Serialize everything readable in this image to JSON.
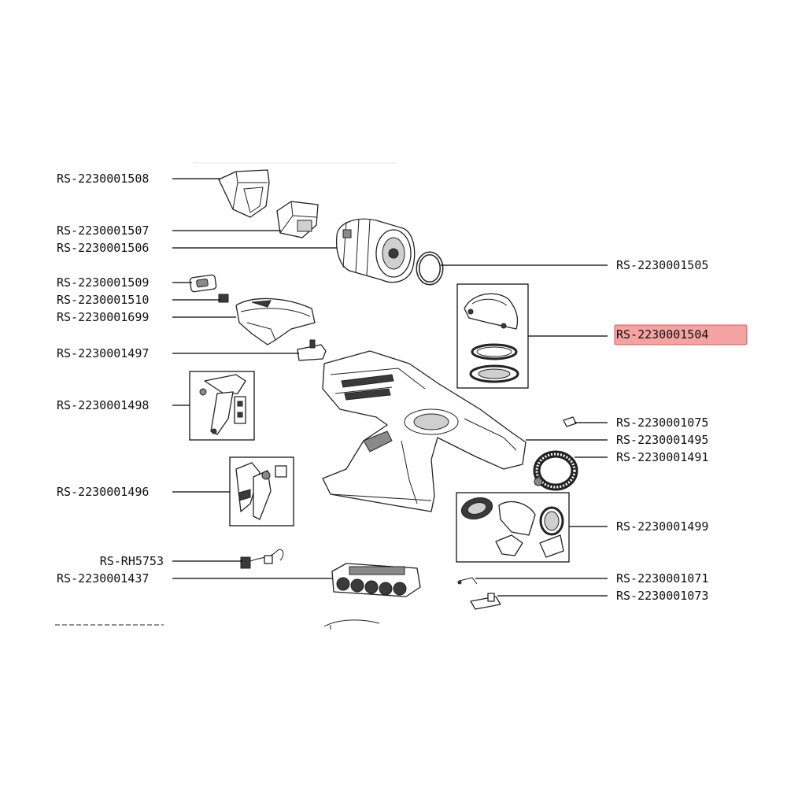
{
  "labels": {
    "p1508": "RS-2230001508",
    "p1507": "RS-2230001507",
    "p1506": "RS-2230001506",
    "p1509": "RS-2230001509",
    "p1510": "RS-2230001510",
    "p1699": "RS-2230001699",
    "p1497": "RS-2230001497",
    "p1498": "RS-2230001498",
    "p1496": "RS-2230001496",
    "rh5753": "RS-RH5753",
    "p1437": "RS-2230001437",
    "p1505": "RS-2230001505",
    "p1504": "RS-2230001504",
    "p1075": "RS-2230001075",
    "p1495": "RS-2230001495",
    "p1491": "RS-2230001491",
    "p1499": "RS-2230001499",
    "p1071": "RS-2230001071",
    "p1073": "RS-2230001073"
  },
  "highlight": {
    "part": "RS-2230001504",
    "color": "#f4a3a3",
    "border": "#e05555"
  }
}
